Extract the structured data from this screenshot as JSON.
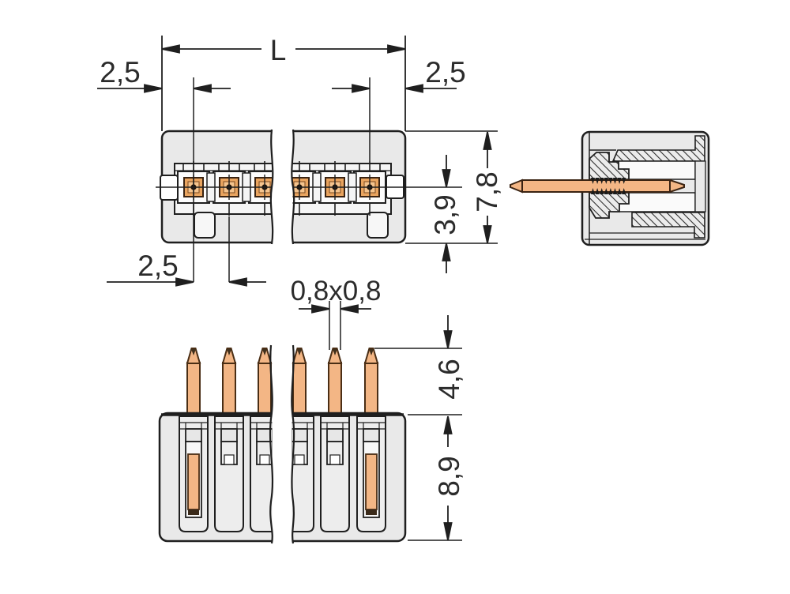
{
  "labels": {
    "total_length": "L",
    "left_edge_to_pin": "2,5",
    "pin_to_right_edge": "2,5",
    "pin_pitch": "2,5",
    "pin_square": "0,8x0,8",
    "center_to_bottom": "3,9",
    "housing_depth": "7,8",
    "pin_free_length": "4,6",
    "housing_height": "8,9"
  },
  "colors": {
    "body_gray": "#e9e9e9",
    "strip_gray": "#f5f5f5",
    "groove_gray": "#ededed",
    "slot_white": "#fafafa",
    "copper": "#f3b685",
    "copper_pad": "#e9a45f",
    "copper_light": "#f5c48e",
    "copper_dark": "#3a2312",
    "line_dark": "#1f1f1f",
    "background": "#ffffff"
  }
}
